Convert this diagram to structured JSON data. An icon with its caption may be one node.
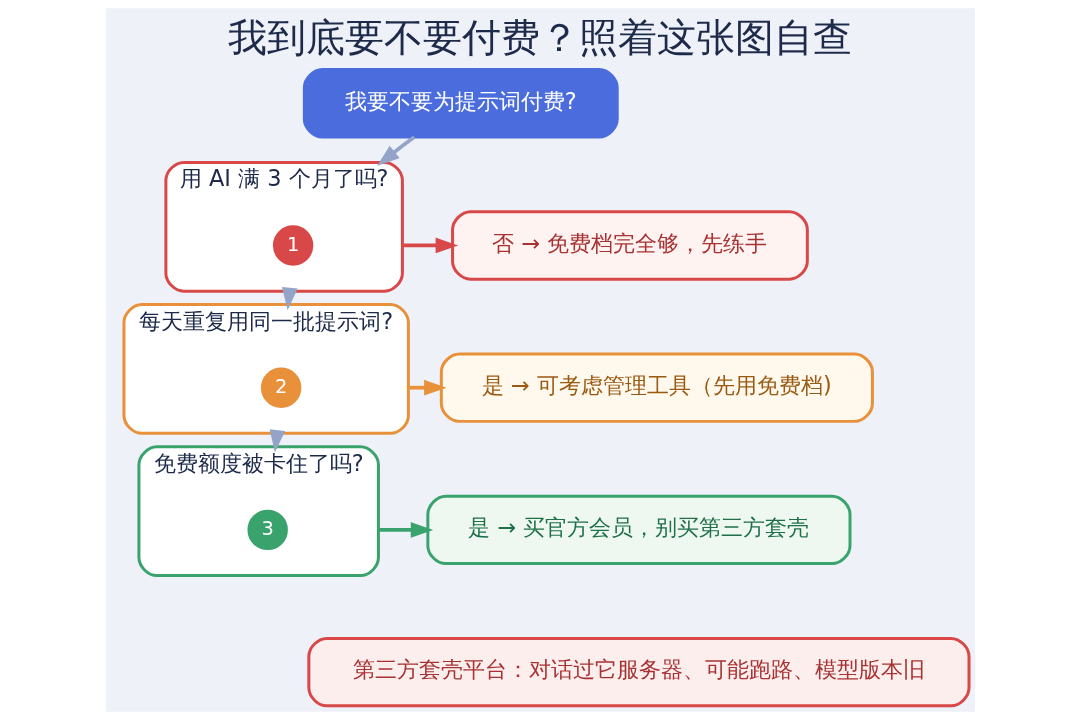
{
  "diagram": {
    "title": "我到底要不要付费？照着这张图自查",
    "nodes": [
      {
        "text": [
          "我要不要为提示词付费?"
        ]
      },
      {
        "text": [
          "用 AI 满 3 个月了吗?"
        ]
      },
      {
        "text": [
          "1"
        ],
        "in": 1
      },
      {
        "text": [
          "否 → 免费档完全够，先练手"
        ]
      },
      {
        "text": [
          "每天重复用同一批提示词?"
        ]
      },
      {
        "text": [
          "2"
        ],
        "in": 4
      },
      {
        "text": [
          "是 → 可考虑管理工具（先用免费档)"
        ]
      },
      {
        "text": [
          "免费额度被卡住了吗?"
        ]
      },
      {
        "text": [
          "3"
        ],
        "in": 7
      },
      {
        "text": [
          "是 → 买官方会员，别买第三方套壳"
        ]
      },
      {
        "text": [
          "第三方套壳平台：对话过它服务器、可能跑路、模型版本旧"
        ]
      }
    ],
    "edges": [
      {
        "from": 0,
        "to": 1,
        "arrow": "to"
      },
      {
        "from": 1,
        "to": 3,
        "arrow": "to",
        "color": "#d94848"
      },
      {
        "from": 1,
        "to": 4,
        "arrow": "to"
      },
      {
        "from": 4,
        "to": 6,
        "arrow": "to",
        "color": "#e8913a"
      },
      {
        "from": 4,
        "to": 7,
        "arrow": "to"
      },
      {
        "from": 7,
        "to": 9,
        "arrow": "to",
        "color": "#3aa36d"
      }
    ]
  }
}
